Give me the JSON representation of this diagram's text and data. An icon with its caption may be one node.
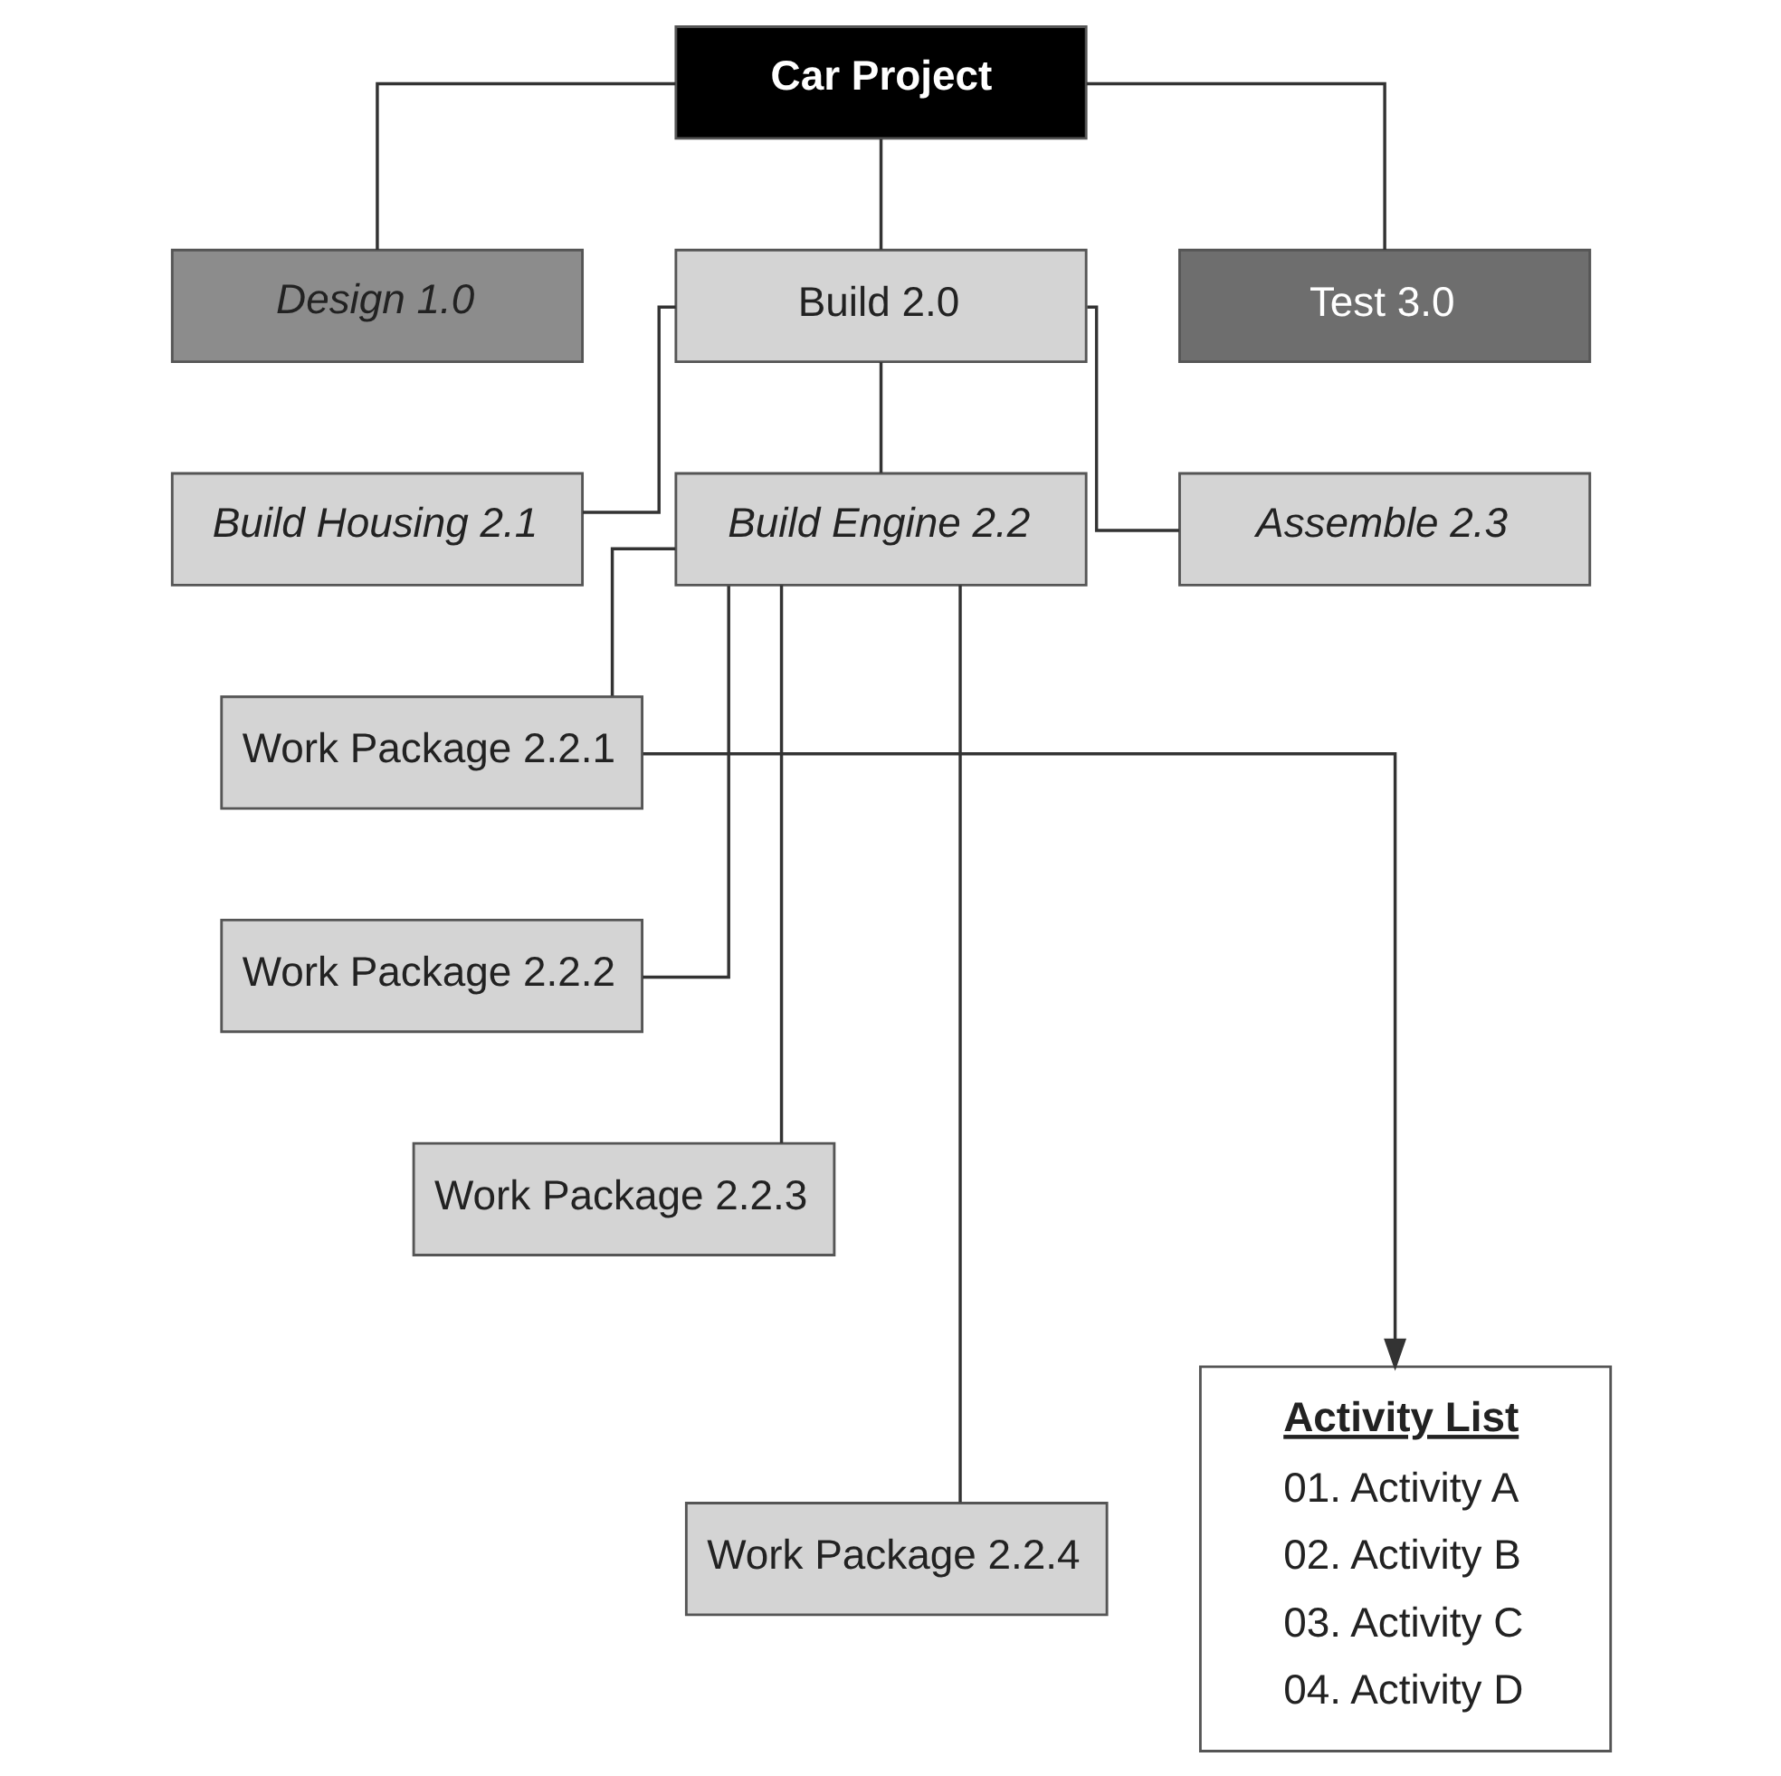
{
  "diagram": {
    "nodes": [
      {
        "text": [
          "Car Project"
        ]
      },
      {
        "text": [
          "Design 1.0"
        ]
      },
      {
        "text": [
          "Build 2.0"
        ]
      },
      {
        "text": [
          "Test 3.0"
        ]
      },
      {
        "text": [
          "Build Housing 2.1"
        ]
      },
      {
        "text": [
          "Build Engine 2.2"
        ]
      },
      {
        "text": [
          "Assemble 2.3"
        ]
      },
      {
        "text": [
          "Work Package 2.2.1"
        ]
      },
      {
        "text": [
          "Work Package 2.2.2"
        ]
      },
      {
        "text": [
          "Work Package 2.2.3"
        ]
      },
      {
        "text": [
          "Work Package 2.2.4"
        ]
      },
      {
        "text": [
          "Activity List",
          "01. Activity A",
          "02. Activity B",
          "03. Activity C",
          "04. Activity D"
        ]
      }
    ],
    "edges": [
      {
        "from": 0,
        "to": 1,
        "arrow": "none"
      },
      {
        "from": 0,
        "to": 2,
        "arrow": "none"
      },
      {
        "from": 0,
        "to": 3,
        "arrow": "none"
      },
      {
        "from": 2,
        "to": 4,
        "arrow": "none"
      },
      {
        "from": 2,
        "to": 5,
        "arrow": "none"
      },
      {
        "from": 2,
        "to": 6,
        "arrow": "none"
      },
      {
        "from": 5,
        "to": 7,
        "arrow": "none"
      },
      {
        "from": 5,
        "to": 8,
        "arrow": "none"
      },
      {
        "from": 5,
        "to": 9,
        "arrow": "none"
      },
      {
        "from": 5,
        "to": 10,
        "arrow": "none"
      },
      {
        "from": 7,
        "to": 11,
        "arrow": "to"
      }
    ]
  }
}
